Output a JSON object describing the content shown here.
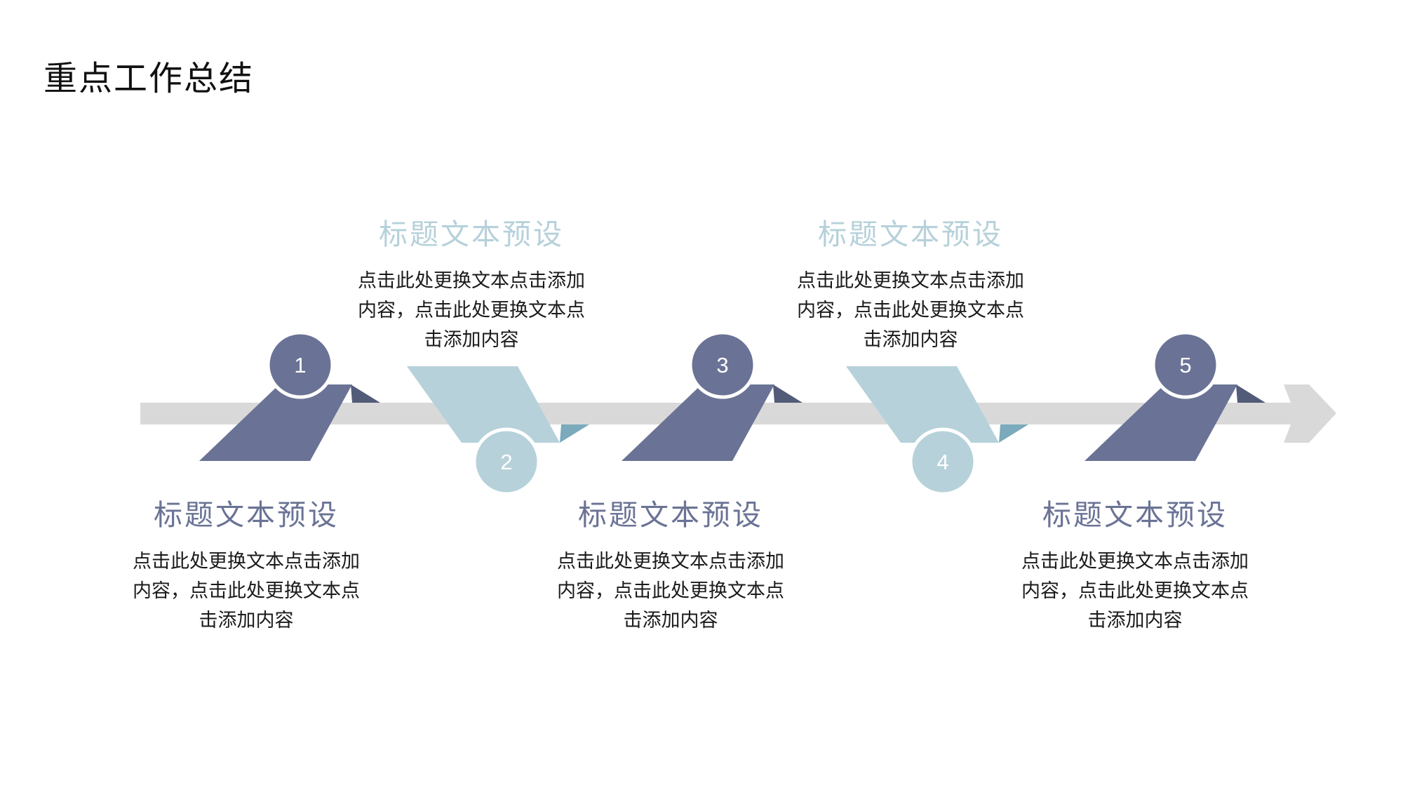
{
  "page": {
    "title": "重点工作总结"
  },
  "colors": {
    "dark": "#6a7395",
    "dark_fold": "#525b78",
    "light": "#b6d1da",
    "light_fold": "#7aaabb",
    "arrow": "#d9d9d9"
  },
  "steps": [
    {
      "number": "1",
      "title": "标题文本预设",
      "desc": "点击此处更换文本点击添加内容，点击此处更换文本点击添加内容"
    },
    {
      "number": "2",
      "title": "标题文本预设",
      "desc": "点击此处更换文本点击添加内容，点击此处更换文本点击添加内容"
    },
    {
      "number": "3",
      "title": "标题文本预设",
      "desc": "点击此处更换文本点击添加内容，点击此处更换文本点击添加内容"
    },
    {
      "number": "4",
      "title": "标题文本预设",
      "desc": "点击此处更换文本点击添加内容，点击此处更换文本点击添加内容"
    },
    {
      "number": "5",
      "title": "标题文本预设",
      "desc": "点击此处更换文本点击添加内容，点击此处更换文本点击添加内容"
    }
  ]
}
